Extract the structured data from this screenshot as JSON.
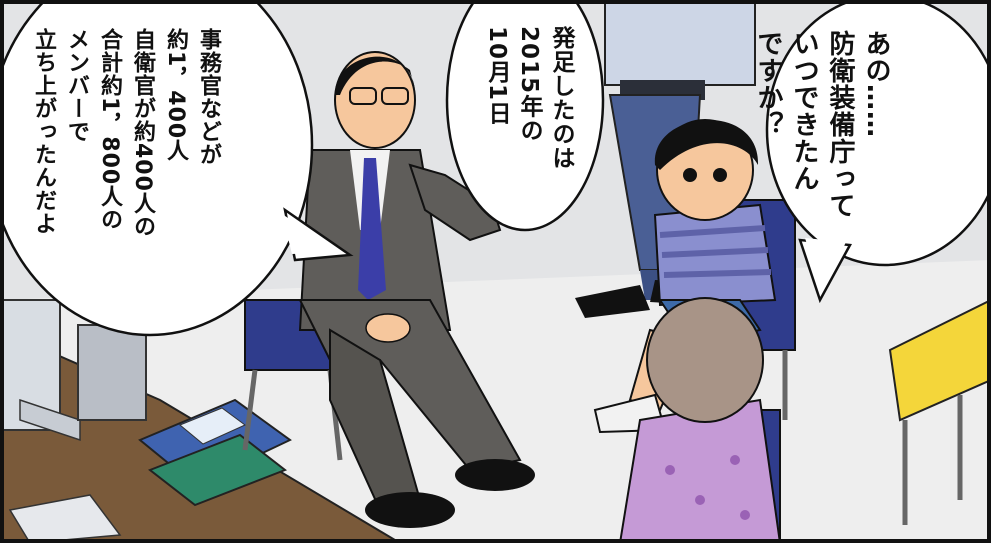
{
  "speech_bubbles": {
    "child_question": {
      "lines": [
        "あの……",
        "防衛装備庁って",
        "いつできたん",
        "ですか？"
      ]
    },
    "founding_date": {
      "lines": [
        "発足したのは",
        "2015年の",
        "10月1日"
      ]
    },
    "members": {
      "lines": [
        "事務官などが",
        "約1，400人",
        "自衛官が約400人の",
        "合計約1，800人の",
        "メンバーで",
        "立ち上がったんだよ"
      ]
    }
  },
  "colors": {
    "suit": "#5f5d5a",
    "tie": "#3b3ea8",
    "chair": "#2f3c8c",
    "boy_shirt": "#8a8fcf",
    "girl_hair": "#a89487",
    "girl_top": "#c59ad6",
    "desk": "#7a5a3a",
    "table_top": "#f4d63a",
    "book_blue": "#3f63b0",
    "book_green": "#2e8a6a",
    "wall": "#e3e4e6",
    "floor": "#eeeeee"
  }
}
